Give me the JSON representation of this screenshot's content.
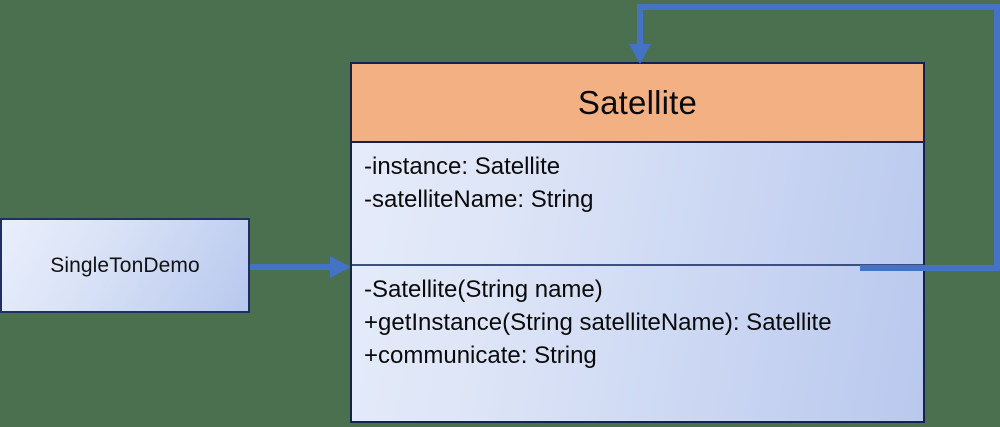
{
  "diagram": {
    "type": "uml-class-diagram",
    "background_color": "#4a7050",
    "accent_color": "#4472c4",
    "title_fill_color": "#f3b183",
    "body_fill_color": "#dde5f7",
    "border_color": "#14224d"
  },
  "client_class": {
    "name": "SingleTonDemo"
  },
  "main_class": {
    "name": "Satellite",
    "attributes": [
      "-instance: Satellite",
      "-satelliteName: String"
    ],
    "methods": [
      "-Satellite(String name)",
      "+getInstance(String satelliteName): Satellite",
      "+communicate: String"
    ]
  },
  "connectors": [
    {
      "name": "association-client-to-satellite",
      "from": "SingleTonDemo",
      "to": "Satellite",
      "style": "solid-arrow"
    },
    {
      "name": "self-association-satellite",
      "from": "Satellite",
      "to": "Satellite",
      "style": "solid-arrow"
    }
  ]
}
